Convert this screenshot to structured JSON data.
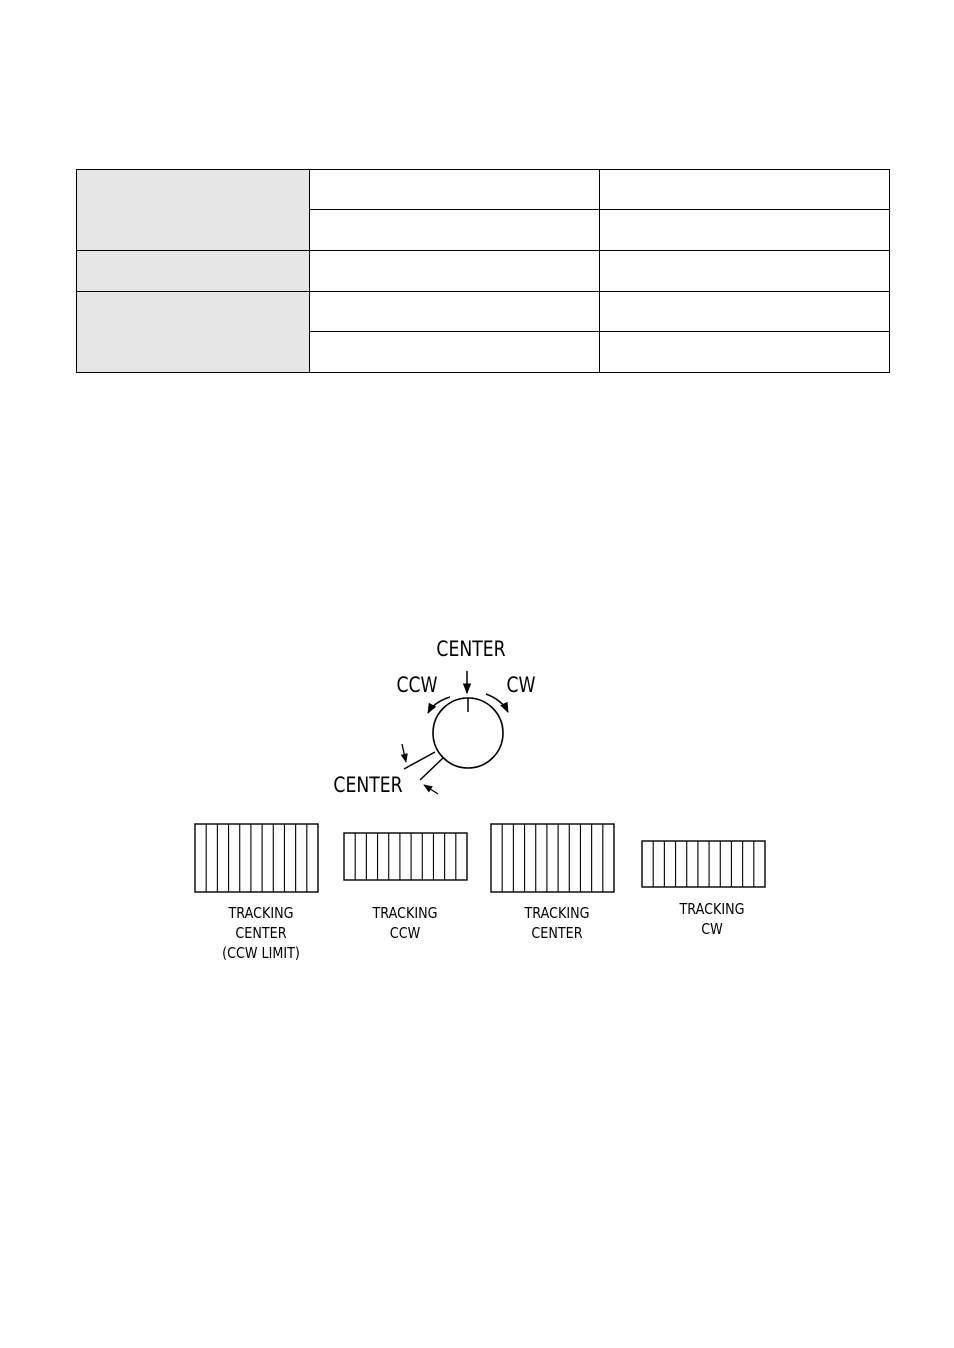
{
  "table": {
    "rows": [
      {
        "header": "",
        "cells": [
          "",
          ""
        ]
      },
      {
        "cells": [
          "",
          ""
        ]
      },
      {
        "header": "",
        "cells": [
          "",
          ""
        ]
      },
      {
        "header": "",
        "cells": [
          "",
          ""
        ]
      },
      {
        "cells": [
          "",
          ""
        ]
      }
    ]
  },
  "knob": {
    "top_label": "CENTER",
    "ccw_label": "CCW",
    "cw_label": "CW",
    "side_label": "CENTER"
  },
  "panels": [
    {
      "lines": [
        "TRACKING",
        "CENTER",
        "(CCW  LIMIT)"
      ],
      "stripes": 11
    },
    {
      "lines": [
        "TRACKING",
        "CCW"
      ],
      "stripes": 11
    },
    {
      "lines": [
        "TRACKING",
        "CENTER"
      ],
      "stripes": 11
    },
    {
      "lines": [
        "TRACKING",
        "CW"
      ],
      "stripes": 11
    }
  ]
}
